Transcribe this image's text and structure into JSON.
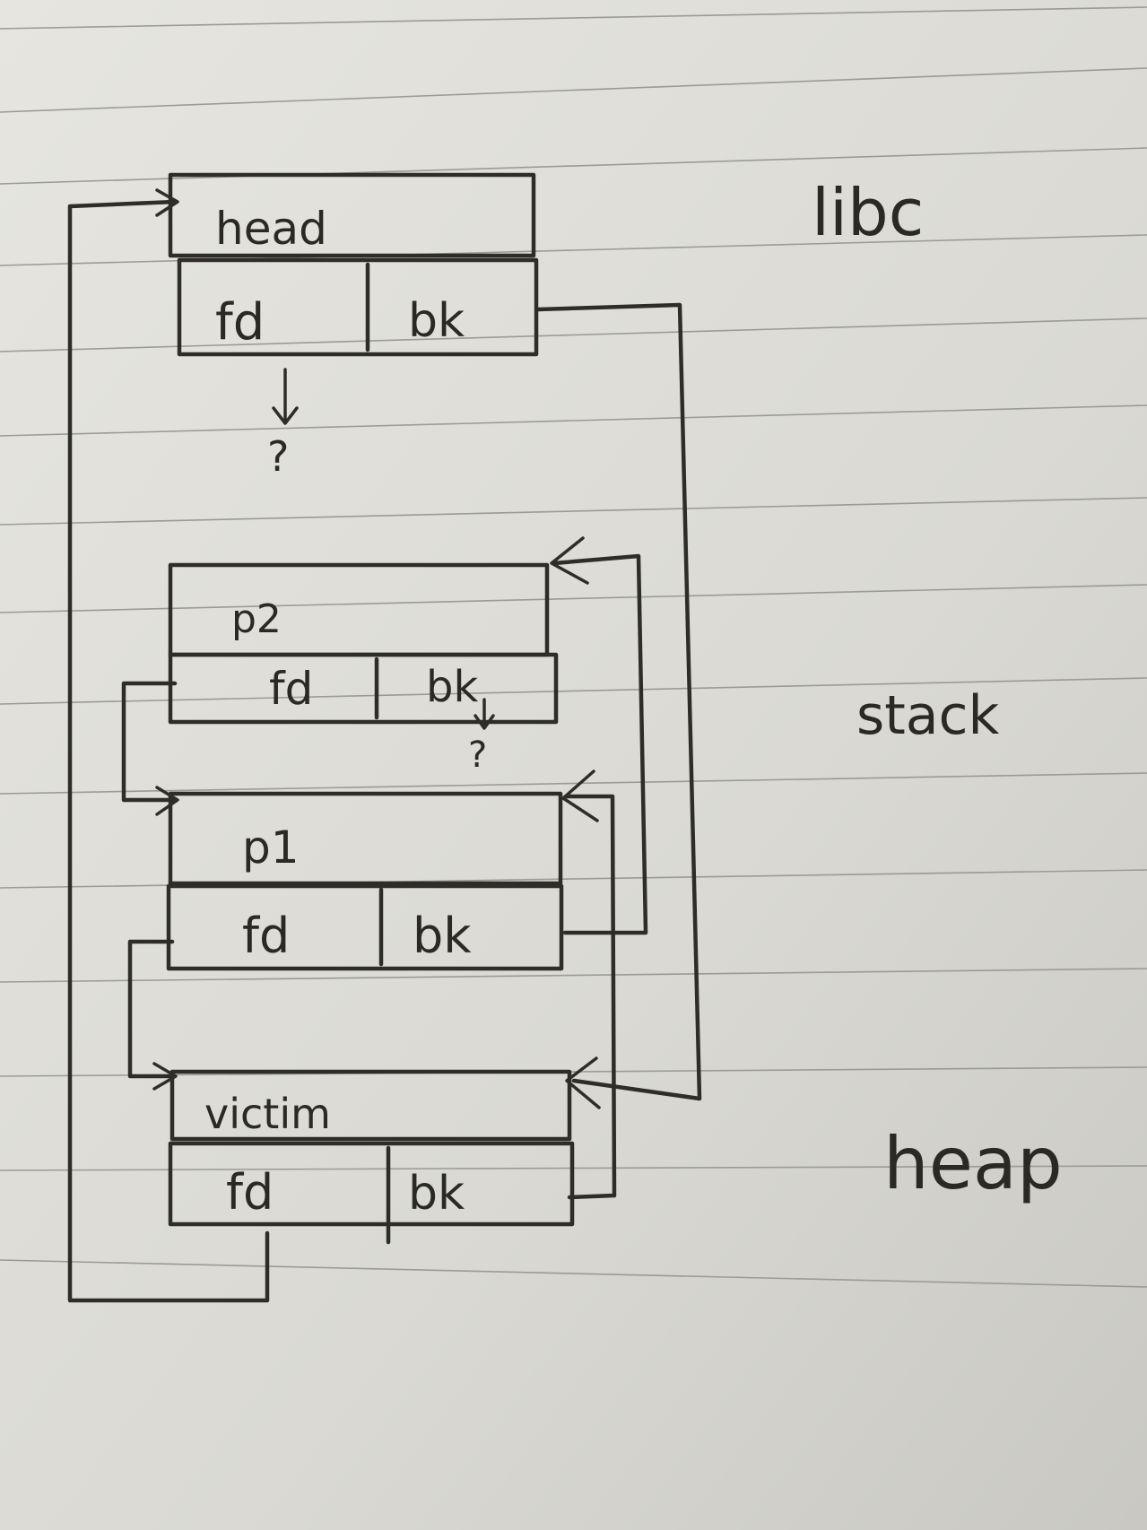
{
  "diagram": {
    "regions": {
      "libc": "libc",
      "stack": "stack",
      "heap": "heap"
    },
    "chunks": {
      "head": {
        "name": "head",
        "fd": "fd",
        "bk": "bk"
      },
      "p2": {
        "name": "p2",
        "fd": "fd",
        "bk": "bk"
      },
      "p1": {
        "name": "p1",
        "fd": "fd",
        "bk": "bk"
      },
      "victim": {
        "name": "victim",
        "fd": "fd",
        "bk": "bk"
      }
    },
    "unknown_marks": [
      "?",
      "?"
    ]
  },
  "colors": {
    "paper": "#dcdbd6",
    "ink": "#2f2d2a",
    "rule_line": "#9c9a94"
  }
}
